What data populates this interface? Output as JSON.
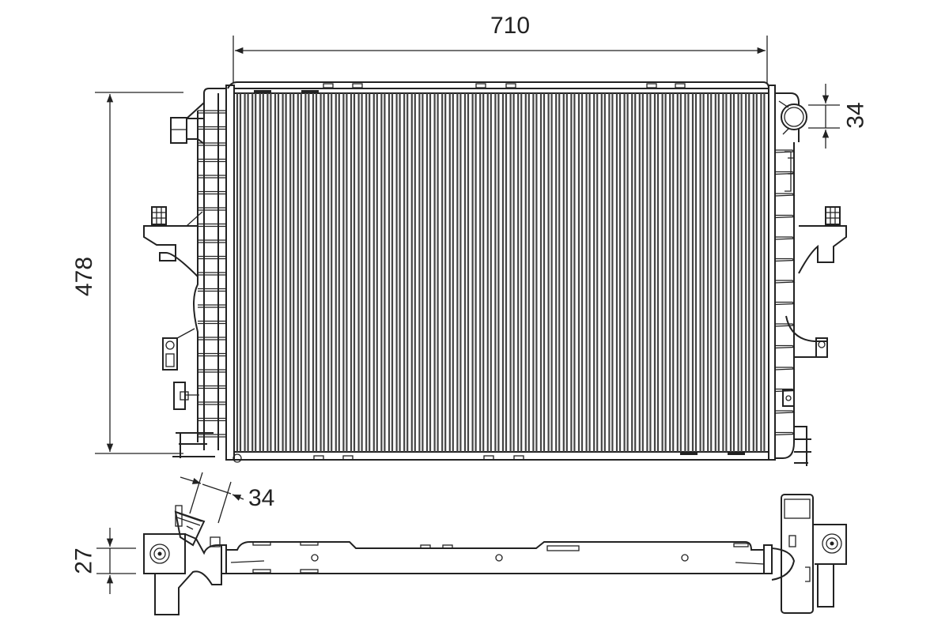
{
  "diagram": {
    "subject": "radiator technical drawing",
    "views": [
      "front-view",
      "top-view"
    ],
    "dimensions": {
      "width": {
        "value": "710",
        "orientation": "horizontal"
      },
      "height": {
        "value": "478",
        "orientation": "vertical"
      },
      "outlet_diameter": {
        "value": "34",
        "orientation": "vertical"
      },
      "inlet_diameter": {
        "value": "34",
        "orientation": "diagonal"
      },
      "core_thickness": {
        "value": "27",
        "orientation": "vertical"
      }
    },
    "colors": {
      "line": "#222222",
      "background": "#ffffff"
    }
  }
}
